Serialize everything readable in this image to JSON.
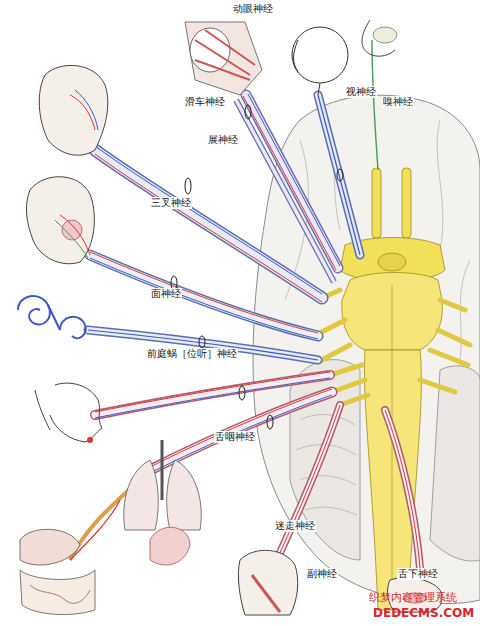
{
  "diagram": {
    "labels": [
      "动眼神经",
      "滑车神经",
      "展神经",
      "视神经",
      "嗅神经",
      "三叉神经",
      "面神经",
      "前庭蜗［位听］神经",
      "舌咽神经",
      "迷走神经",
      "副神经",
      "舌下神经",
      "织梦内容管理系统",
      "DEDECMS.COM"
    ]
  }
}
